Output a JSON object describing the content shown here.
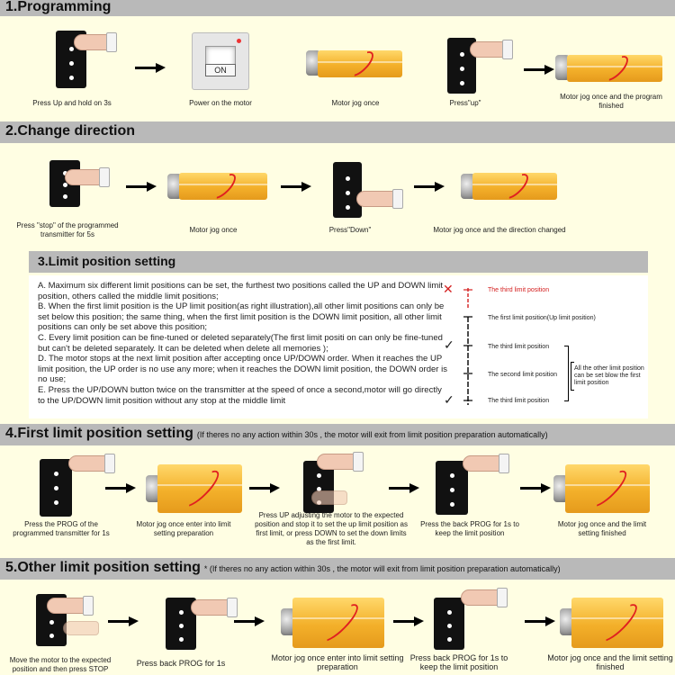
{
  "sections": {
    "s1": {
      "title": "1.Programming"
    },
    "s2": {
      "title": "2.Change direction"
    },
    "s3": {
      "title": "3.Limit position setting"
    },
    "s4": {
      "title": "4.First limit position setting",
      "note": "(If theres no any action within 30s , the motor will exit from limit position preparation automatically)"
    },
    "s5": {
      "title": "5.Other limit position setting",
      "note": "* (If theres no any action within 30s , the motor will exit from limit position preparation automatically)"
    }
  },
  "programming": {
    "caption1": "Press Up and hold on  3s",
    "caption2": "Power on the motor",
    "caption3": "Motor jog once",
    "caption4": "Press\"up\"",
    "caption5": "Motor jog once and the program finished",
    "switch_label": "ON"
  },
  "direction": {
    "caption1": "Press \"stop\" of the programmed transmitter for 5s",
    "caption2": "Motor jog once",
    "caption3": "Press\"Down\"",
    "caption4": "Motor jog once and the direction changed"
  },
  "limit": {
    "items": [
      "A. Maximum six different limit positions can be set, the furthest two positions called the UP and DOWN limit position, others called the middle limit positions;",
      "B. When the first limit position is the UP limit position(as right illustration),all other limit positions can only be set below this position; the same thing, when the first limit position is the DOWN limit  position, all other limit positions can only be set above this position;",
      "C. Every limit position can be fine-tuned or deleted separately(The first limit positi on can only be fine-tuned but can't be deleted separately. It can be deleted when delete all memories );",
      "D. The motor stops at the next limit position after accepting once UP/DOWN order. When it reaches the UP limit position, the UP order is no use any more; when it reaches the DOWN limit position, the DOWN order is no use;",
      "E. Press the UP/DOWN button twice on the transmitter at the speed of once a second,motor will go directly to the UP/DOWN limit position without any stop at the middle limit"
    ],
    "diagram": {
      "pos_red": "The third limit position",
      "pos_first": "The first limit position(Up limit position)",
      "pos_third_a": "The third limit position",
      "pos_second": "The second limit position",
      "pos_third_b": "The third limit position",
      "side_note": "All the other limit position can be set blow the first limit position",
      "red_color": "#d42020"
    }
  },
  "first_limit": {
    "caption1": "Press the PROG of the programmed transmitter for 1s",
    "caption2": "Motor jog once enter into limit setting preparation",
    "caption3": "Press UP adjusting the motor to the expected position  and stop it to set the up limit position as first limit, or press DOWN to set the down limits as the first limit.",
    "caption4": "Press the back PROG for 1s to keep the limit position",
    "caption5": "Motor jog once and the limit setting finished"
  },
  "other_limit": {
    "caption1": "Move the motor to the expected position and then press STOP",
    "caption2": "Press back PROG for 1s",
    "caption3": "Motor jog once enter into limit setting preparation",
    "caption4": "Press back PROG for 1s to keep the limit position",
    "caption5": "Motor jog once and the limit setting finished"
  },
  "colors": {
    "background": "#fffee3",
    "header_bar": "#b9b9b9",
    "tube": "#f3b02a",
    "rotation": "#e02020"
  }
}
